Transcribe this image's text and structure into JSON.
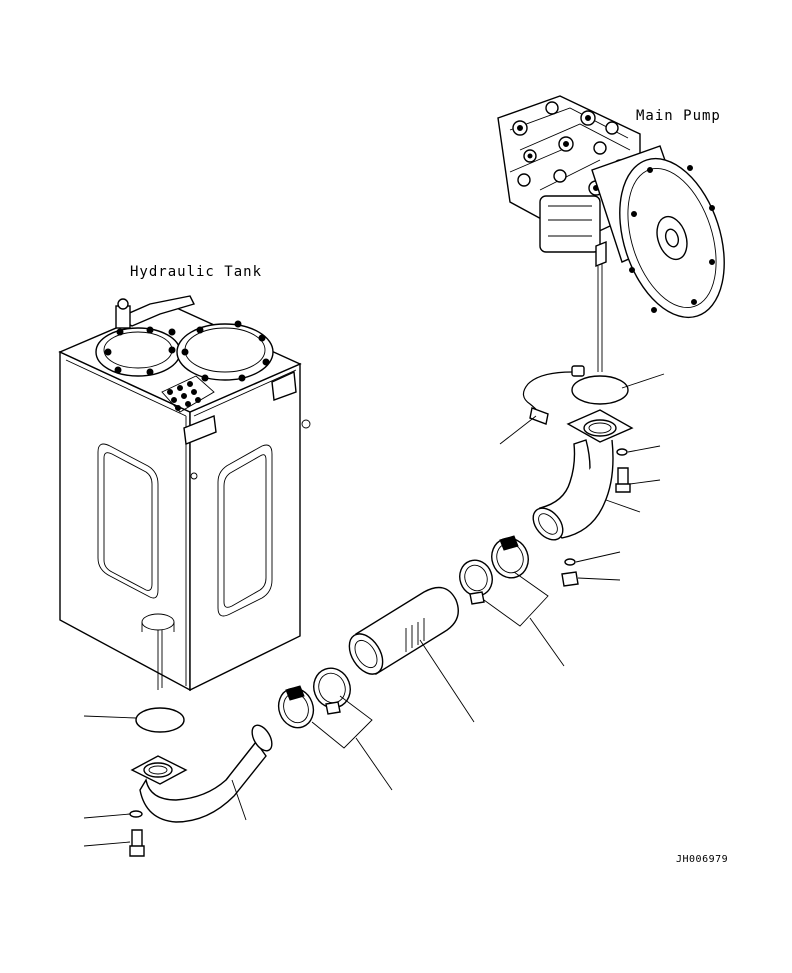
{
  "labels": {
    "hydraulic_tank": "Hydraulic Tank",
    "main_pump": "Main Pump",
    "drawing_code": "JH006979"
  },
  "colors": {
    "line": "#000000",
    "background": "#ffffff"
  }
}
